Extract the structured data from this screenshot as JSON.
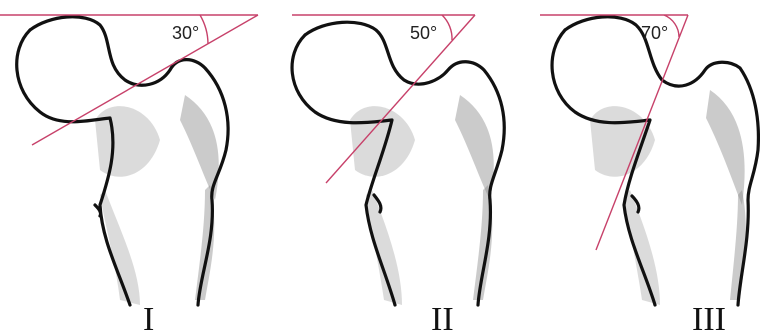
{
  "figure": {
    "panels": [
      {
        "numeral": "I",
        "angle_label": "30°",
        "angle_deg": 30
      },
      {
        "numeral": "II",
        "angle_label": "50°",
        "angle_deg": 50
      },
      {
        "numeral": "III",
        "angle_label": "70°",
        "angle_deg": 70
      }
    ],
    "colors": {
      "line": "#c7416a",
      "outline": "#111111",
      "shade": "#9e9e9e"
    }
  }
}
